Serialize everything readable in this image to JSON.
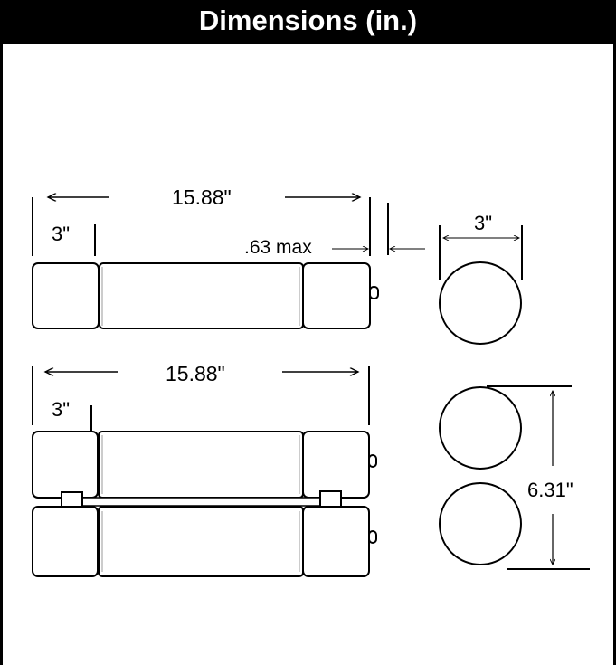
{
  "header": {
    "title": "Dimensions (in.)"
  },
  "diagram": {
    "single_unit": {
      "overall_length_label": "15.88\"",
      "end_cap_label": "3\"",
      "terminal_label": ".63 max",
      "diameter_label": "3\""
    },
    "double_unit": {
      "overall_length_label": "15.88\"",
      "end_cap_label": "3\"",
      "stack_height_label": "6.31\""
    }
  }
}
